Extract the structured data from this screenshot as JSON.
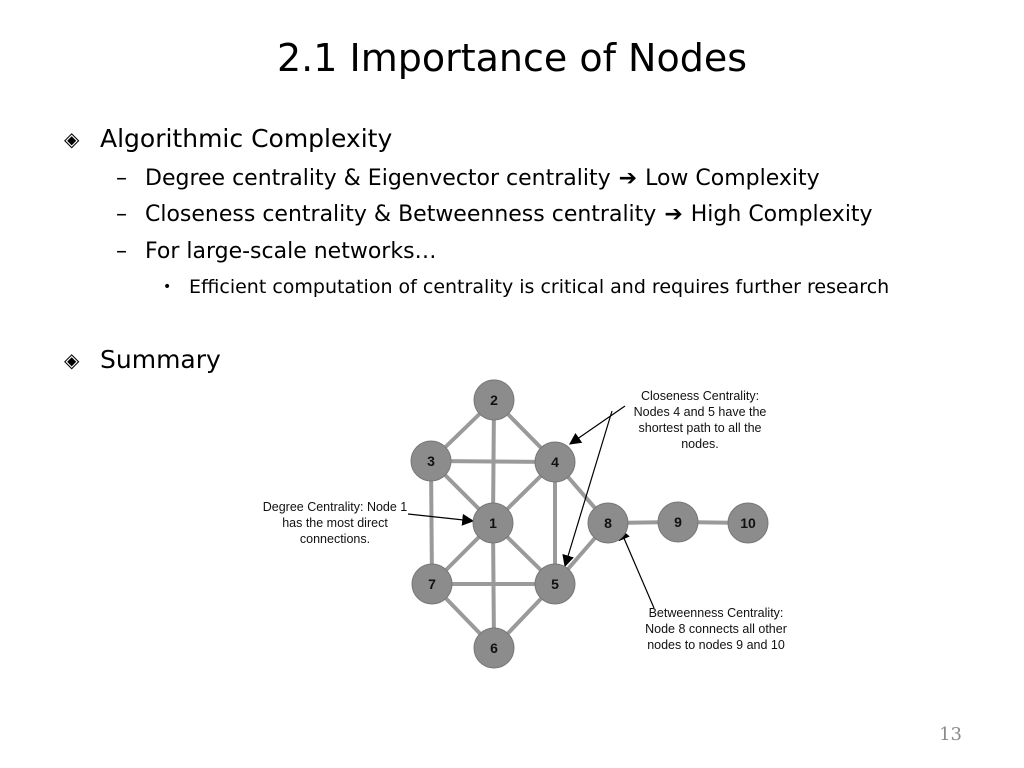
{
  "slide": {
    "title": "2.1 Importance of Nodes",
    "page_number": "13"
  },
  "bullets": {
    "complexity_heading": "Algorithmic Complexity",
    "item1_text": "Degree centrality & Eigenvector centrality",
    "item1_result": "Low Complexity",
    "item2_text": "Closeness centrality & Betweenness centrality",
    "item2_result": "High Complexity",
    "item3_text": "For large-scale networks…",
    "subitem_text": "Efficient computation of centrality is critical and requires further research",
    "summary_heading": "Summary",
    "diamond_icon": "diamond-outline-icon",
    "arrow_icon": "right-arrow-icon"
  },
  "diagram": {
    "node_fill": "#8c8c8c",
    "edge_color": "#9a9a9a",
    "nodes": [
      "1",
      "2",
      "3",
      "4",
      "5",
      "6",
      "7",
      "8",
      "9",
      "10"
    ],
    "edges": [
      [
        "2",
        "3"
      ],
      [
        "2",
        "4"
      ],
      [
        "2",
        "1"
      ],
      [
        "3",
        "4"
      ],
      [
        "3",
        "1"
      ],
      [
        "4",
        "1"
      ],
      [
        "4",
        "5"
      ],
      [
        "4",
        "8"
      ],
      [
        "1",
        "7"
      ],
      [
        "1",
        "5"
      ],
      [
        "1",
        "6"
      ],
      [
        "3",
        "7"
      ],
      [
        "7",
        "5"
      ],
      [
        "7",
        "6"
      ],
      [
        "5",
        "6"
      ],
      [
        "5",
        "8"
      ],
      [
        "8",
        "9"
      ],
      [
        "9",
        "10"
      ]
    ],
    "annotations": {
      "closeness": [
        "Closeness Centrality:",
        "Nodes 4 and 5 have the",
        "shortest path to all the",
        "nodes."
      ],
      "degree": [
        "Degree Centrality: Node 1",
        "has the most direct",
        "connections."
      ],
      "betweenness": [
        "Betweenness Centrality:",
        "Node 8 connects all other",
        "nodes to nodes 9 and 10"
      ]
    }
  }
}
